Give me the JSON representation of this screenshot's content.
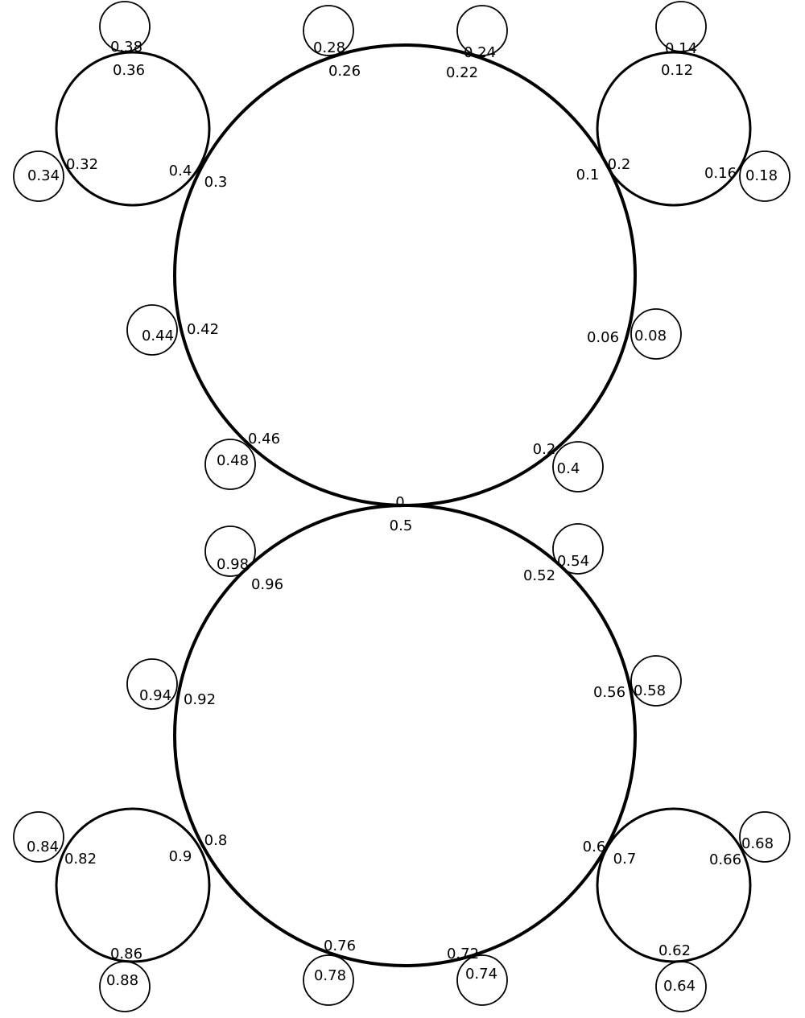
{
  "diagram": {
    "type": "circle-arrangement",
    "stroke_color": "#000000",
    "background_color": "#ffffff",
    "circles": [
      {
        "id": "upper-main-circle",
        "size": "large"
      },
      {
        "id": "lower-main-circle",
        "size": "large"
      },
      {
        "id": "upper-left-medium-circle",
        "size": "medium"
      },
      {
        "id": "upper-right-medium-circle",
        "size": "medium"
      },
      {
        "id": "lower-left-medium-circle",
        "size": "medium"
      },
      {
        "id": "lower-right-medium-circle",
        "size": "medium"
      },
      {
        "id": "small-circle-038",
        "size": "small"
      },
      {
        "id": "small-circle-034",
        "size": "small"
      },
      {
        "id": "small-circle-028",
        "size": "small"
      },
      {
        "id": "small-circle-024",
        "size": "small"
      },
      {
        "id": "small-circle-014",
        "size": "small"
      },
      {
        "id": "small-circle-018",
        "size": "small"
      },
      {
        "id": "small-circle-044",
        "size": "small"
      },
      {
        "id": "small-circle-008",
        "size": "small"
      },
      {
        "id": "small-circle-048",
        "size": "small"
      },
      {
        "id": "small-circle-04",
        "size": "small"
      },
      {
        "id": "small-circle-098",
        "size": "small"
      },
      {
        "id": "small-circle-054",
        "size": "small"
      },
      {
        "id": "small-circle-094",
        "size": "small"
      },
      {
        "id": "small-circle-058",
        "size": "small"
      },
      {
        "id": "small-circle-084",
        "size": "small"
      },
      {
        "id": "small-circle-068",
        "size": "small"
      },
      {
        "id": "small-circle-088",
        "size": "small"
      },
      {
        "id": "small-circle-078",
        "size": "small"
      },
      {
        "id": "small-circle-074",
        "size": "small"
      },
      {
        "id": "small-circle-064",
        "size": "small"
      }
    ],
    "labels": [
      "0.38",
      "0.36",
      "0.28",
      "0.26",
      "0.24",
      "0.22",
      "0.14",
      "0.12",
      "0.34",
      "0.32",
      "0.4",
      "0.3",
      "0.1",
      "0.2",
      "0.16",
      "0.18",
      "0.44",
      "0.42",
      "0.06",
      "0.08",
      "0.46",
      "0.48",
      "0.2",
      "0.4",
      "0",
      "0.5",
      "0.98",
      "0.96",
      "0.52",
      "0.54",
      "0.94",
      "0.92",
      "0.56",
      "0.58",
      "0.84",
      "0.82",
      "0.9",
      "0.8",
      "0.6",
      "0.7",
      "0.66",
      "0.68",
      "0.86",
      "0.88",
      "0.76",
      "0.78",
      "0.72",
      "0.74",
      "0.62",
      "0.64"
    ]
  }
}
